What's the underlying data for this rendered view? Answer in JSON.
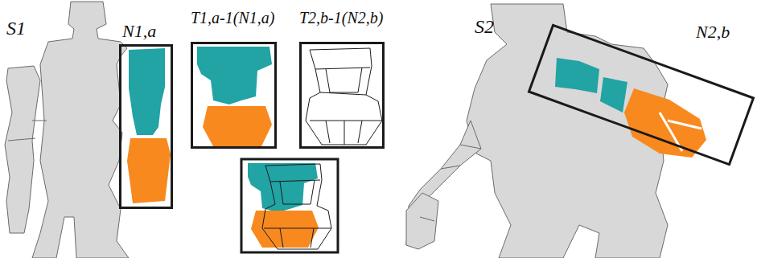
{
  "diagram": {
    "nodes": [
      {
        "text": [
          "N1,a"
        ]
      },
      {
        "text": [
          "T1,a-1(N1,a)"
        ]
      },
      {
        "text": [
          "T2,b-1(N2,b)"
        ]
      },
      {
        "text": [
          "N2,b"
        ]
      }
    ],
    "labels": [
      "S1",
      "S2"
    ]
  }
}
